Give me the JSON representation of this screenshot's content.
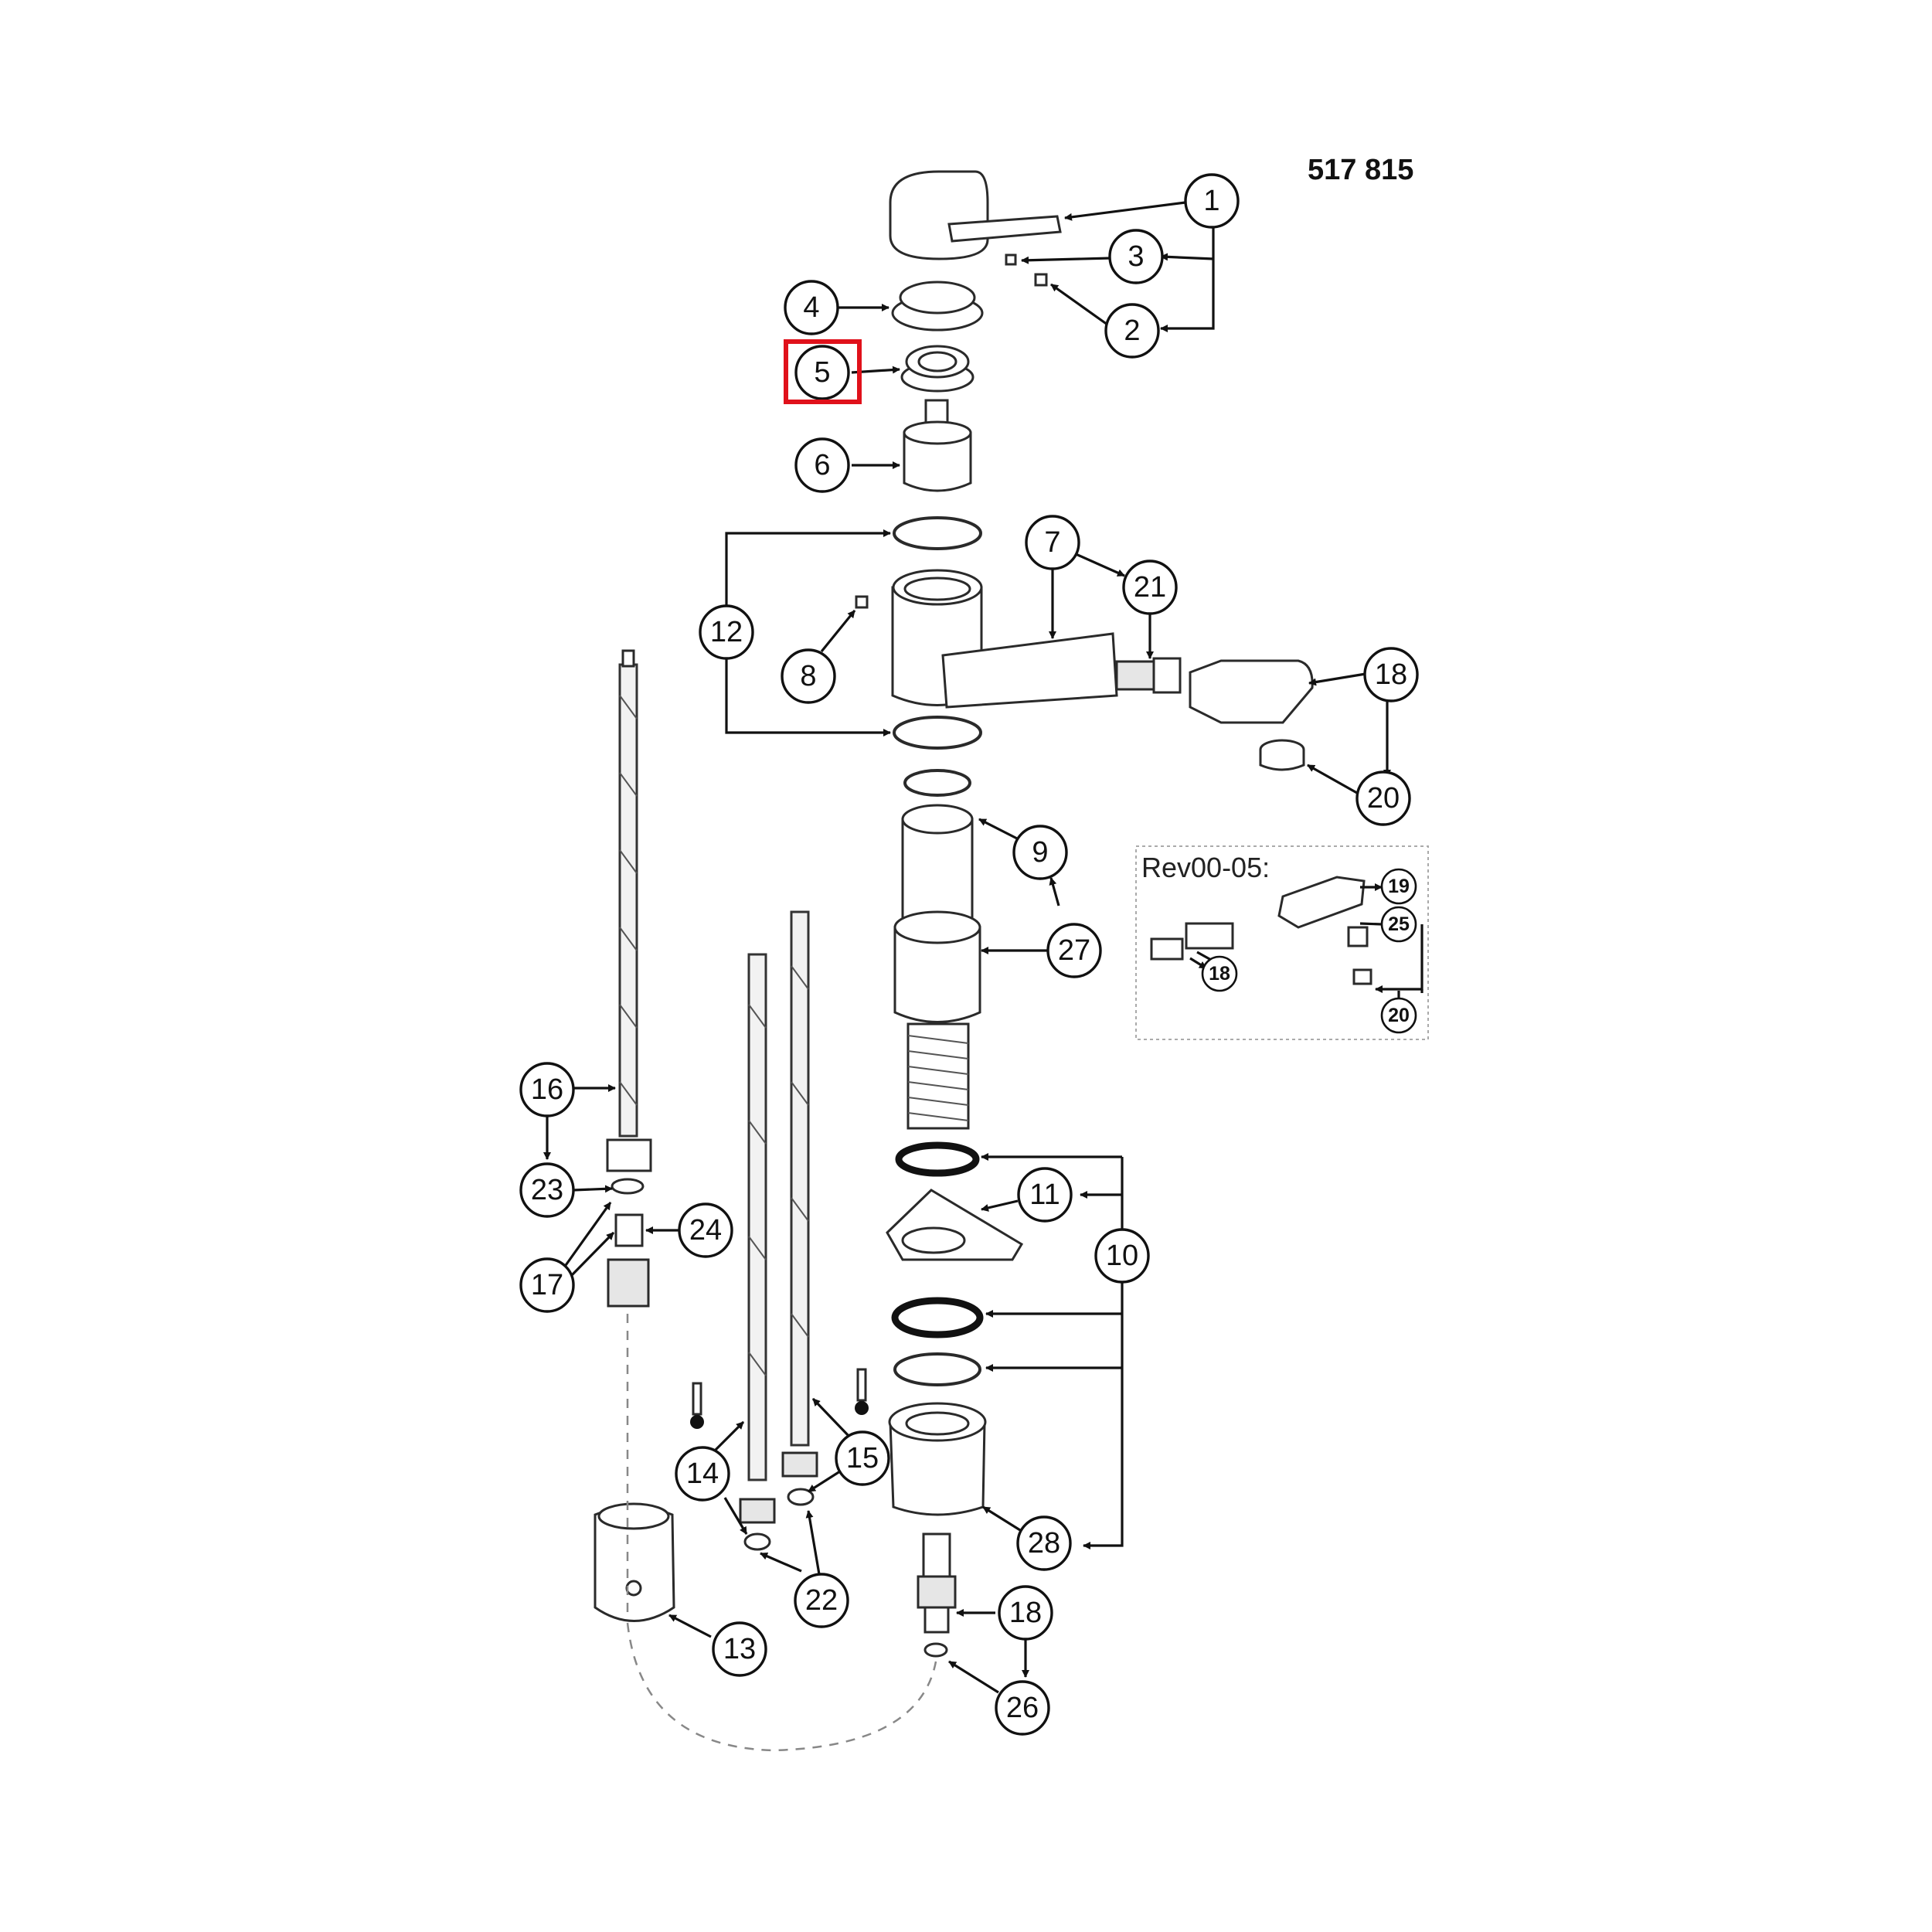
{
  "figure": {
    "drawing_number": "517 815",
    "inset_label": "Rev00-05:",
    "highlight_color": "#e0111b",
    "highlighted_callout": "5"
  },
  "callouts": [
    {
      "id": "c1",
      "label": "1"
    },
    {
      "id": "c2",
      "label": "2"
    },
    {
      "id": "c3",
      "label": "3"
    },
    {
      "id": "c4",
      "label": "4"
    },
    {
      "id": "c5",
      "label": "5"
    },
    {
      "id": "c6",
      "label": "6"
    },
    {
      "id": "c7",
      "label": "7"
    },
    {
      "id": "c8",
      "label": "8"
    },
    {
      "id": "c9",
      "label": "9"
    },
    {
      "id": "c10",
      "label": "10"
    },
    {
      "id": "c11",
      "label": "11"
    },
    {
      "id": "c12",
      "label": "12"
    },
    {
      "id": "c13",
      "label": "13"
    },
    {
      "id": "c14",
      "label": "14"
    },
    {
      "id": "c15",
      "label": "15"
    },
    {
      "id": "c16",
      "label": "16"
    },
    {
      "id": "c17",
      "label": "17"
    },
    {
      "id": "c18a",
      "label": "18"
    },
    {
      "id": "c18b",
      "label": "18"
    },
    {
      "id": "c20",
      "label": "20"
    },
    {
      "id": "c21",
      "label": "21"
    },
    {
      "id": "c22",
      "label": "22"
    },
    {
      "id": "c23",
      "label": "23"
    },
    {
      "id": "c24",
      "label": "24"
    },
    {
      "id": "c26",
      "label": "26"
    },
    {
      "id": "c27",
      "label": "27"
    },
    {
      "id": "c28",
      "label": "28"
    }
  ],
  "inset_callouts": [
    {
      "id": "i19",
      "label": "19"
    },
    {
      "id": "i25",
      "label": "25"
    },
    {
      "id": "i18",
      "label": "18"
    },
    {
      "id": "i20",
      "label": "20"
    }
  ]
}
